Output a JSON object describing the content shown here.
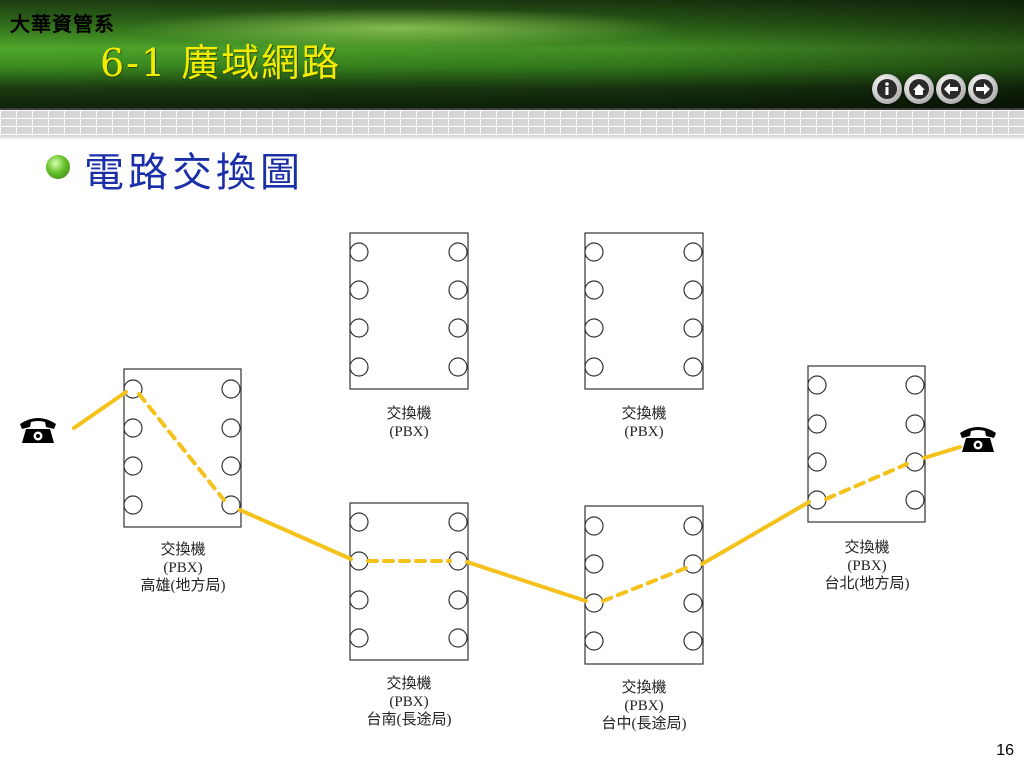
{
  "header": {
    "department": "大華資管系",
    "chapter_title": "6-1  廣域網路",
    "nav_buttons": [
      "info-icon",
      "home-icon",
      "arrow-left-icon",
      "arrow-right-icon"
    ]
  },
  "slide": {
    "heading": "電路交換圖",
    "page_number": "16"
  },
  "diagram": {
    "path_color": "#f5c21b",
    "switches": [
      {
        "id": "kaohsiung",
        "line1": "交換機",
        "line2": "(PBX)",
        "line3": "高雄(地方局)"
      },
      {
        "id": "top-middle",
        "line1": "交換機",
        "line2": "(PBX)",
        "line3": ""
      },
      {
        "id": "tainan",
        "line1": "交換機",
        "line2": "(PBX)",
        "line3": "台南(長途局)"
      },
      {
        "id": "top-right",
        "line1": "交換機",
        "line2": "(PBX)",
        "line3": ""
      },
      {
        "id": "taichung",
        "line1": "交換機",
        "line2": "(PBX)",
        "line3": "台中(長途局)"
      },
      {
        "id": "taipei",
        "line1": "交換機",
        "line2": "(PBX)",
        "line3": "台北(地方局)"
      }
    ],
    "phones": [
      "telephone-icon",
      "telephone-icon"
    ]
  }
}
